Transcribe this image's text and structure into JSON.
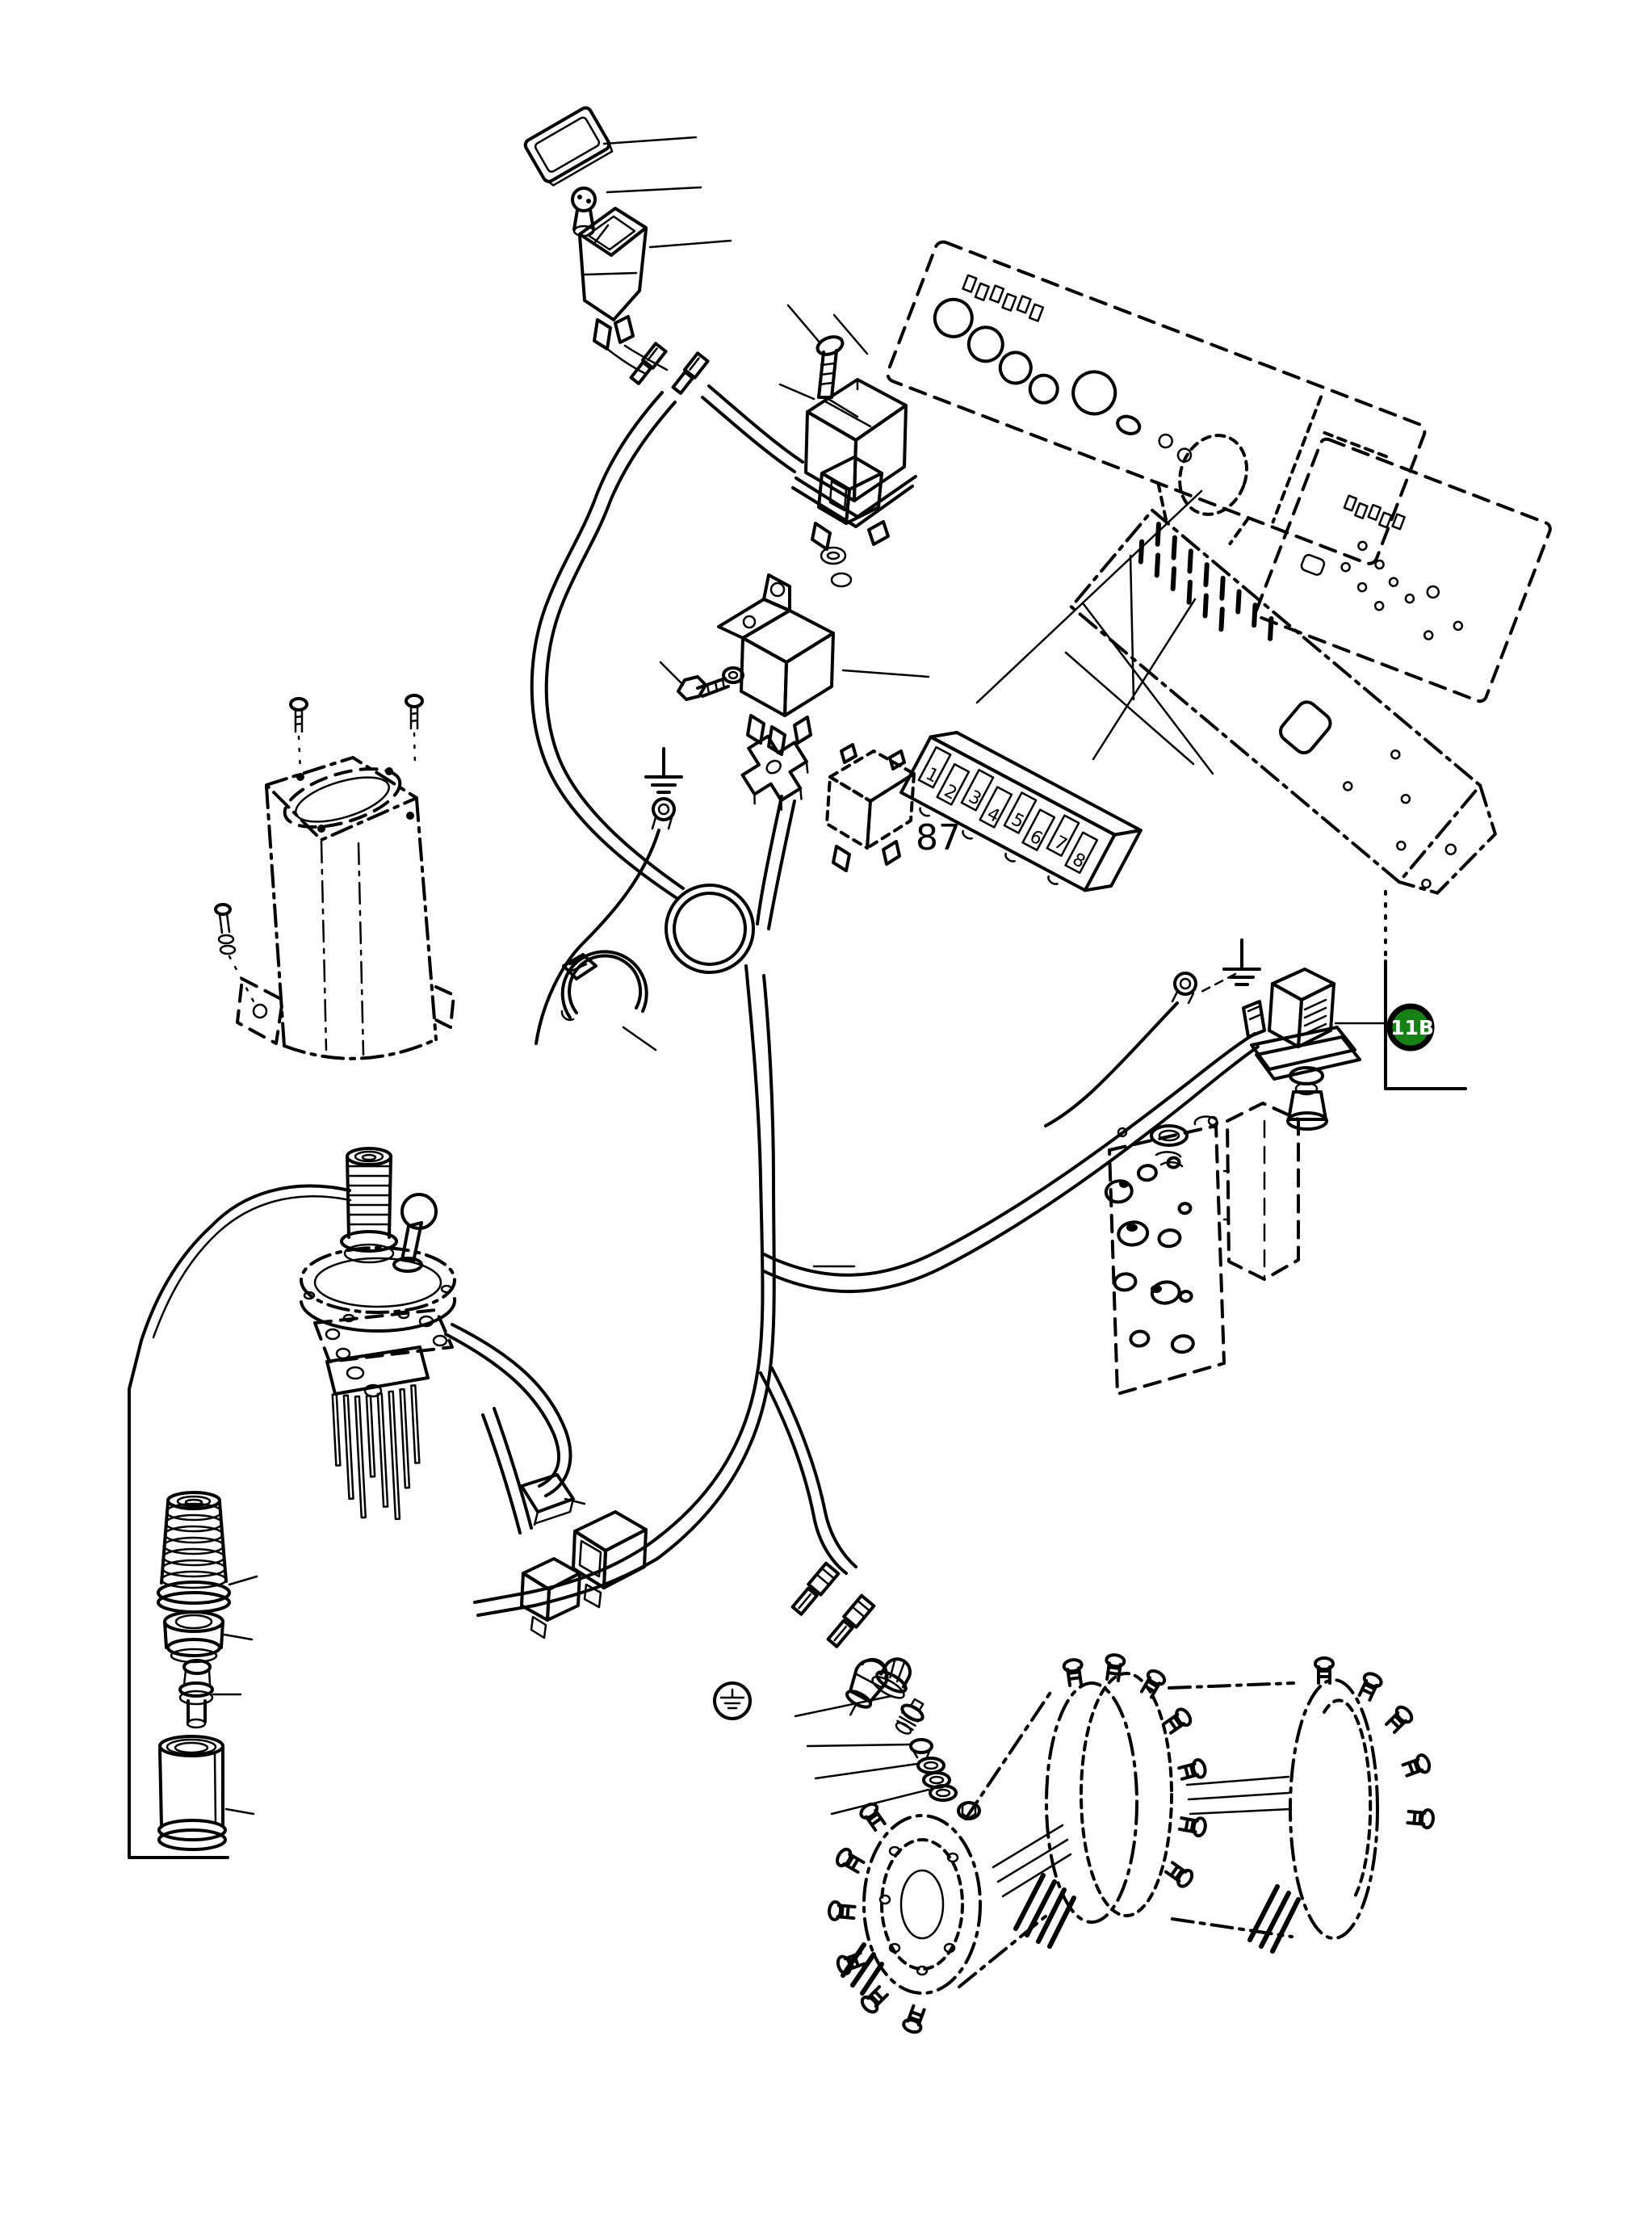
{
  "colors": {
    "background": "#ffffff",
    "line": "#000000",
    "badge_fill": "#168216",
    "badge_ring": "#000000",
    "badge_text": "#ffffff"
  },
  "labels": {
    "relay_87": "87",
    "callout": "11B"
  },
  "fusebox": {
    "fuses": [
      "1",
      "2",
      "3",
      "4",
      "5",
      "6",
      "7",
      "8"
    ]
  }
}
